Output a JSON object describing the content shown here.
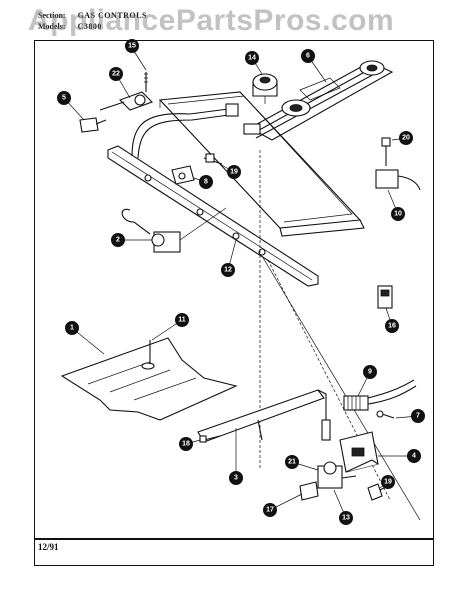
{
  "header": {
    "section_label": "Section:",
    "section_value": "GAS CONTROLS",
    "model_label": "Models:",
    "model_value": "C3800"
  },
  "watermark": "AppliancePartsPros.com",
  "footer": {
    "date": "12/91"
  },
  "callouts": [
    "15",
    "22",
    "5",
    "14",
    "6",
    "20",
    "8",
    "19",
    "10",
    "2",
    "12",
    "16",
    "1",
    "11",
    "9",
    "7",
    "4",
    "18",
    "3",
    "21",
    "19",
    "17",
    "13"
  ]
}
